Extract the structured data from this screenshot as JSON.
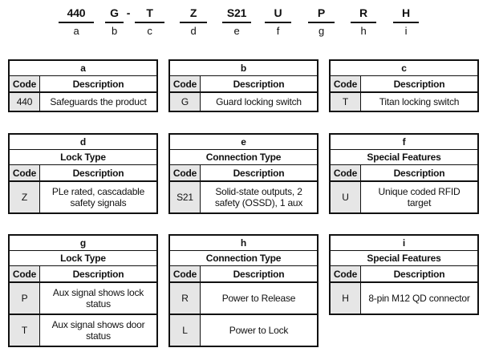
{
  "product_code": {
    "segments": [
      {
        "code": "440",
        "letter": "a"
      },
      {
        "code": "G",
        "letter": "b"
      },
      {
        "code": "-",
        "letter": ""
      },
      {
        "code": "T",
        "letter": "c"
      },
      {
        "code": "Z",
        "letter": "d"
      },
      {
        "code": "S21",
        "letter": "e"
      },
      {
        "code": "U",
        "letter": "f"
      },
      {
        "code": "P",
        "letter": "g"
      },
      {
        "code": "R",
        "letter": "h"
      },
      {
        "code": "H",
        "letter": "i"
      }
    ]
  },
  "column_headers": {
    "code": "Code",
    "description": "Description"
  },
  "tables": [
    {
      "letter": "a",
      "subtitle": "",
      "rows": [
        {
          "code": "440",
          "description": "Safeguards the product"
        }
      ]
    },
    {
      "letter": "b",
      "subtitle": "",
      "rows": [
        {
          "code": "G",
          "description": "Guard locking switch"
        }
      ]
    },
    {
      "letter": "c",
      "subtitle": "",
      "rows": [
        {
          "code": "T",
          "description": "Titan locking switch"
        }
      ]
    },
    {
      "letter": "d",
      "subtitle": "Lock Type",
      "rows": [
        {
          "code": "Z",
          "description": "PLe rated, cascadable safety signals"
        }
      ]
    },
    {
      "letter": "e",
      "subtitle": "Connection Type",
      "rows": [
        {
          "code": "S21",
          "description": "Solid-state outputs, 2 safety (OSSD), 1 aux"
        }
      ]
    },
    {
      "letter": "f",
      "subtitle": "Special Features",
      "rows": [
        {
          "code": "U",
          "description": "Unique coded RFID target"
        }
      ]
    },
    {
      "letter": "g",
      "subtitle": "Lock Type",
      "rows": [
        {
          "code": "P",
          "description": "Aux signal shows lock status"
        },
        {
          "code": "T",
          "description": "Aux signal shows door status"
        }
      ]
    },
    {
      "letter": "h",
      "subtitle": "Connection Type",
      "rows": [
        {
          "code": "R",
          "description": "Power to Release"
        },
        {
          "code": "L",
          "description": "Power to Lock"
        }
      ]
    },
    {
      "letter": "i",
      "subtitle": "Special Features",
      "rows": [
        {
          "code": "H",
          "description": "8-pin M12 QD connector"
        }
      ]
    }
  ],
  "colors": {
    "border": "#111111",
    "code_cell_bg": "#e6e6e6",
    "text": "#111111",
    "background": "#ffffff"
  }
}
